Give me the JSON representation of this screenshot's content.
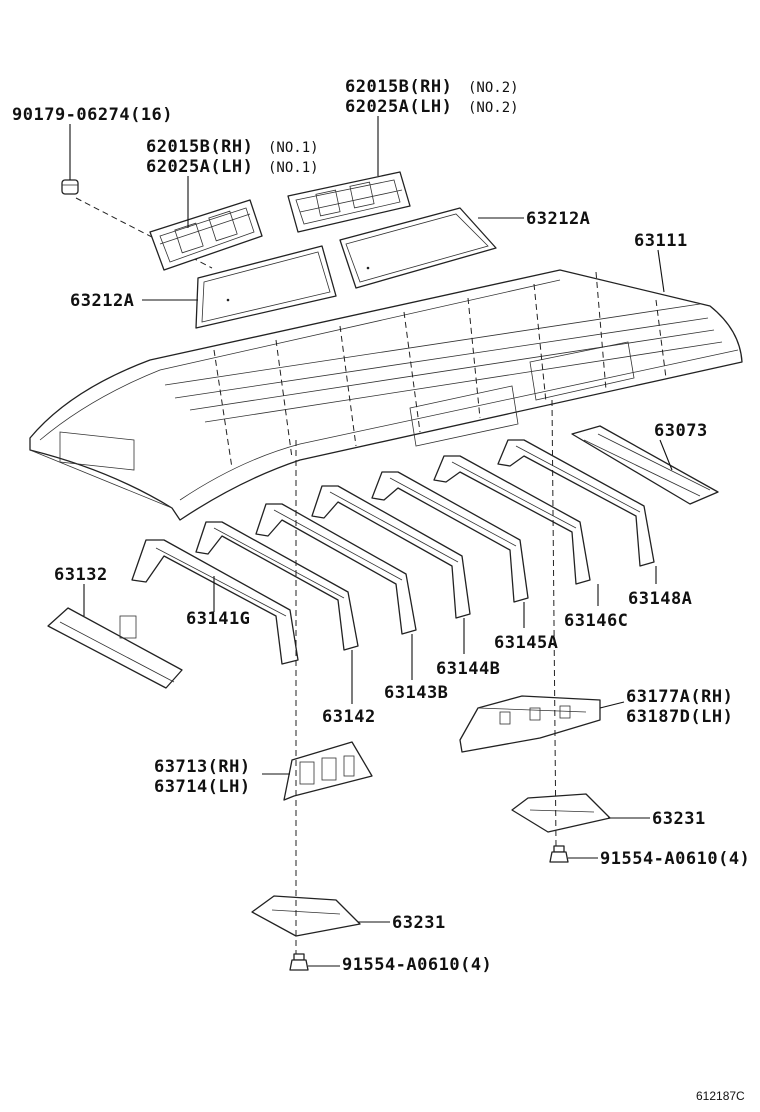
{
  "diagram": {
    "labels": {
      "clip": "90179-06274(16)",
      "reinf_no2_rh": "62015B(RH)",
      "reinf_no2_rh_note": "(NO.2)",
      "reinf_no2_lh": "62025A(LH)",
      "reinf_no2_lh_note": "(NO.2)",
      "reinf_no1_rh": "62015B(RH)",
      "reinf_no1_rh_note": "(NO.1)",
      "reinf_no1_lh": "62025A(LH)",
      "reinf_no1_lh_note": "(NO.1)",
      "glass_right": "63212A",
      "glass_left": "63212A",
      "roof_panel": "63111",
      "front_header": "63073",
      "rear_header": "63132",
      "bow_g": "63141G",
      "bow_148a": "63148A",
      "bow_146c": "63146C",
      "bow_145a": "63145A",
      "bow_144b": "63144B",
      "bow_143b": "63143B",
      "bow_142": "63142",
      "bracket_rh_right": "63177A(RH)",
      "bracket_lh_right": "63187D(LH)",
      "bracket_rh_left": "63713(RH)",
      "bracket_lh_left": "63714(LH)",
      "plate_right": "63231",
      "plate_left": "63231",
      "bolt_right": "91554-A0610(4)",
      "bolt_left": "91554-A0610(4)",
      "figure_code": "612187C"
    }
  }
}
